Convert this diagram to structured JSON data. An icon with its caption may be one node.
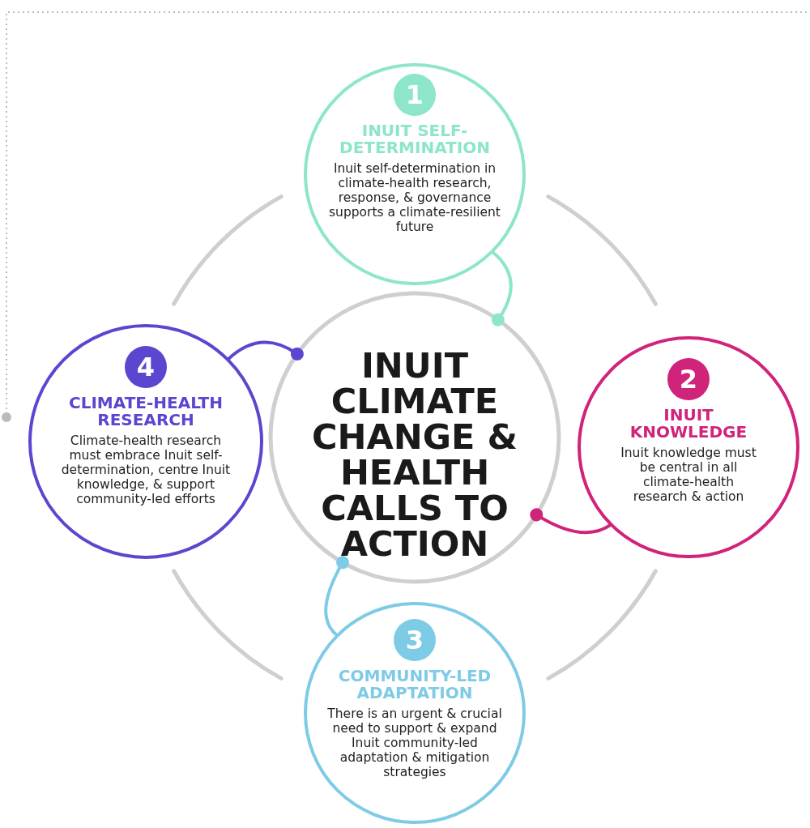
{
  "diagram": {
    "nodes": [
      {
        "text": [
          "INUIT CLIMATE CHANGE & HEALTH",
          "CALLS TO ACTION"
        ]
      },
      {
        "text": [
          "1",
          "INUIT SELF-DETERMINATION",
          "Inuit self-determination in climate-health research, response, & governance supports a climate-resilient future"
        ]
      },
      {
        "text": [
          "2",
          "INUIT KNOWLEDGE",
          "Inuit knowledge must be central in all climate-health research & action"
        ]
      },
      {
        "text": [
          "3",
          "COMMUNITY-LED ADAPTATION",
          "There is an urgent & crucial need to support & expand Inuit community-led adaptation & mitigation strategies"
        ]
      },
      {
        "text": [
          "4",
          "CLIMATE-HEALTH RESEARCH",
          "Climate-health research must embrace Inuit self-determination, centre Inuit knowledge, & support community-led efforts"
        ]
      }
    ],
    "edges": [
      {
        "from": 1,
        "to": 0,
        "arrow": "other",
        "color": "#8de5cc"
      },
      {
        "from": 2,
        "to": 0,
        "arrow": "other",
        "color": "#d0237a"
      },
      {
        "from": 3,
        "to": 0,
        "arrow": "other",
        "color": "#7ecbe6"
      },
      {
        "from": 4,
        "to": 0,
        "arrow": "other",
        "color": "#5a47d0"
      }
    ]
  }
}
